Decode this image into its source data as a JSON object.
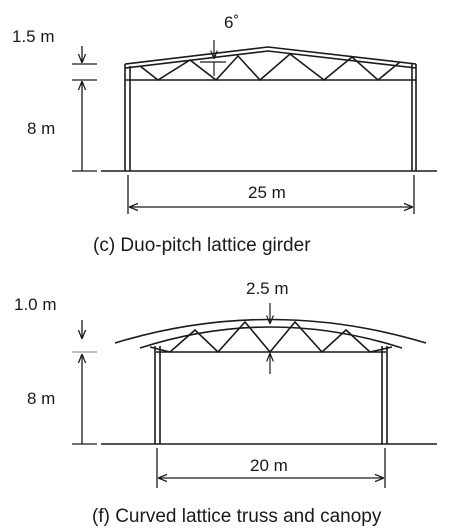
{
  "diagram_c": {
    "height_roof": "1.5 m",
    "angle": "6˚",
    "height_column": "8 m",
    "span": "25 m",
    "caption": "(c)  Duo-pitch lattice girder"
  },
  "diagram_f": {
    "height_roof": "1.0 m",
    "rise": "2.5 m",
    "height_column": "8 m",
    "span": "20 m",
    "caption": "(f)  Curved lattice truss and canopy"
  },
  "colors": {
    "line": "#1a1a1a",
    "caption": "#1a1a1a",
    "guide": "#9a9a9a"
  }
}
